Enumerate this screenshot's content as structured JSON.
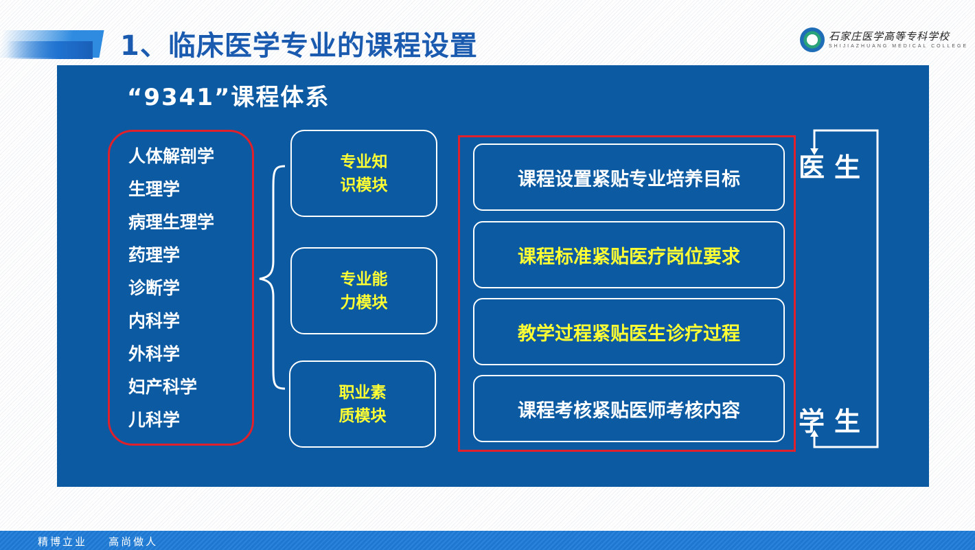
{
  "header": {
    "title": "1、临床医学专业的课程设置",
    "logo_cn": "石家庄医学高等专科学校",
    "logo_en": "SHIJIAZHUANG MEDICAL COLLEGE"
  },
  "panel": {
    "subtitle": "“9341”课程体系",
    "courses": [
      "人体解剖学",
      "生理学",
      "病理生理学",
      "药理学",
      "诊断学",
      "内科学",
      "外科学",
      "妇产科学",
      "儿科学"
    ],
    "modules": [
      "专业知\n识模块",
      "专业能\n力模块",
      "职业素\n质模块"
    ],
    "principles": [
      {
        "text": "课程设置紧贴专业培养目标",
        "color": "#ffffff"
      },
      {
        "text": "课程标准紧贴医疗岗位要求",
        "color": "#ffff33"
      },
      {
        "text": "教学过程紧贴医生诊疗过程",
        "color": "#ffff33"
      },
      {
        "text": "课程考核紧贴医师考核内容",
        "color": "#ffffff"
      }
    ],
    "top_label": "医生",
    "bottom_label": "学生"
  },
  "footer": {
    "motto": "精博立业    高尚做人"
  },
  "colors": {
    "title": "#1a5bb0",
    "panel": "#0b5aa2",
    "frame_red": "#e0202a",
    "highlight_yellow": "#ffff33"
  }
}
